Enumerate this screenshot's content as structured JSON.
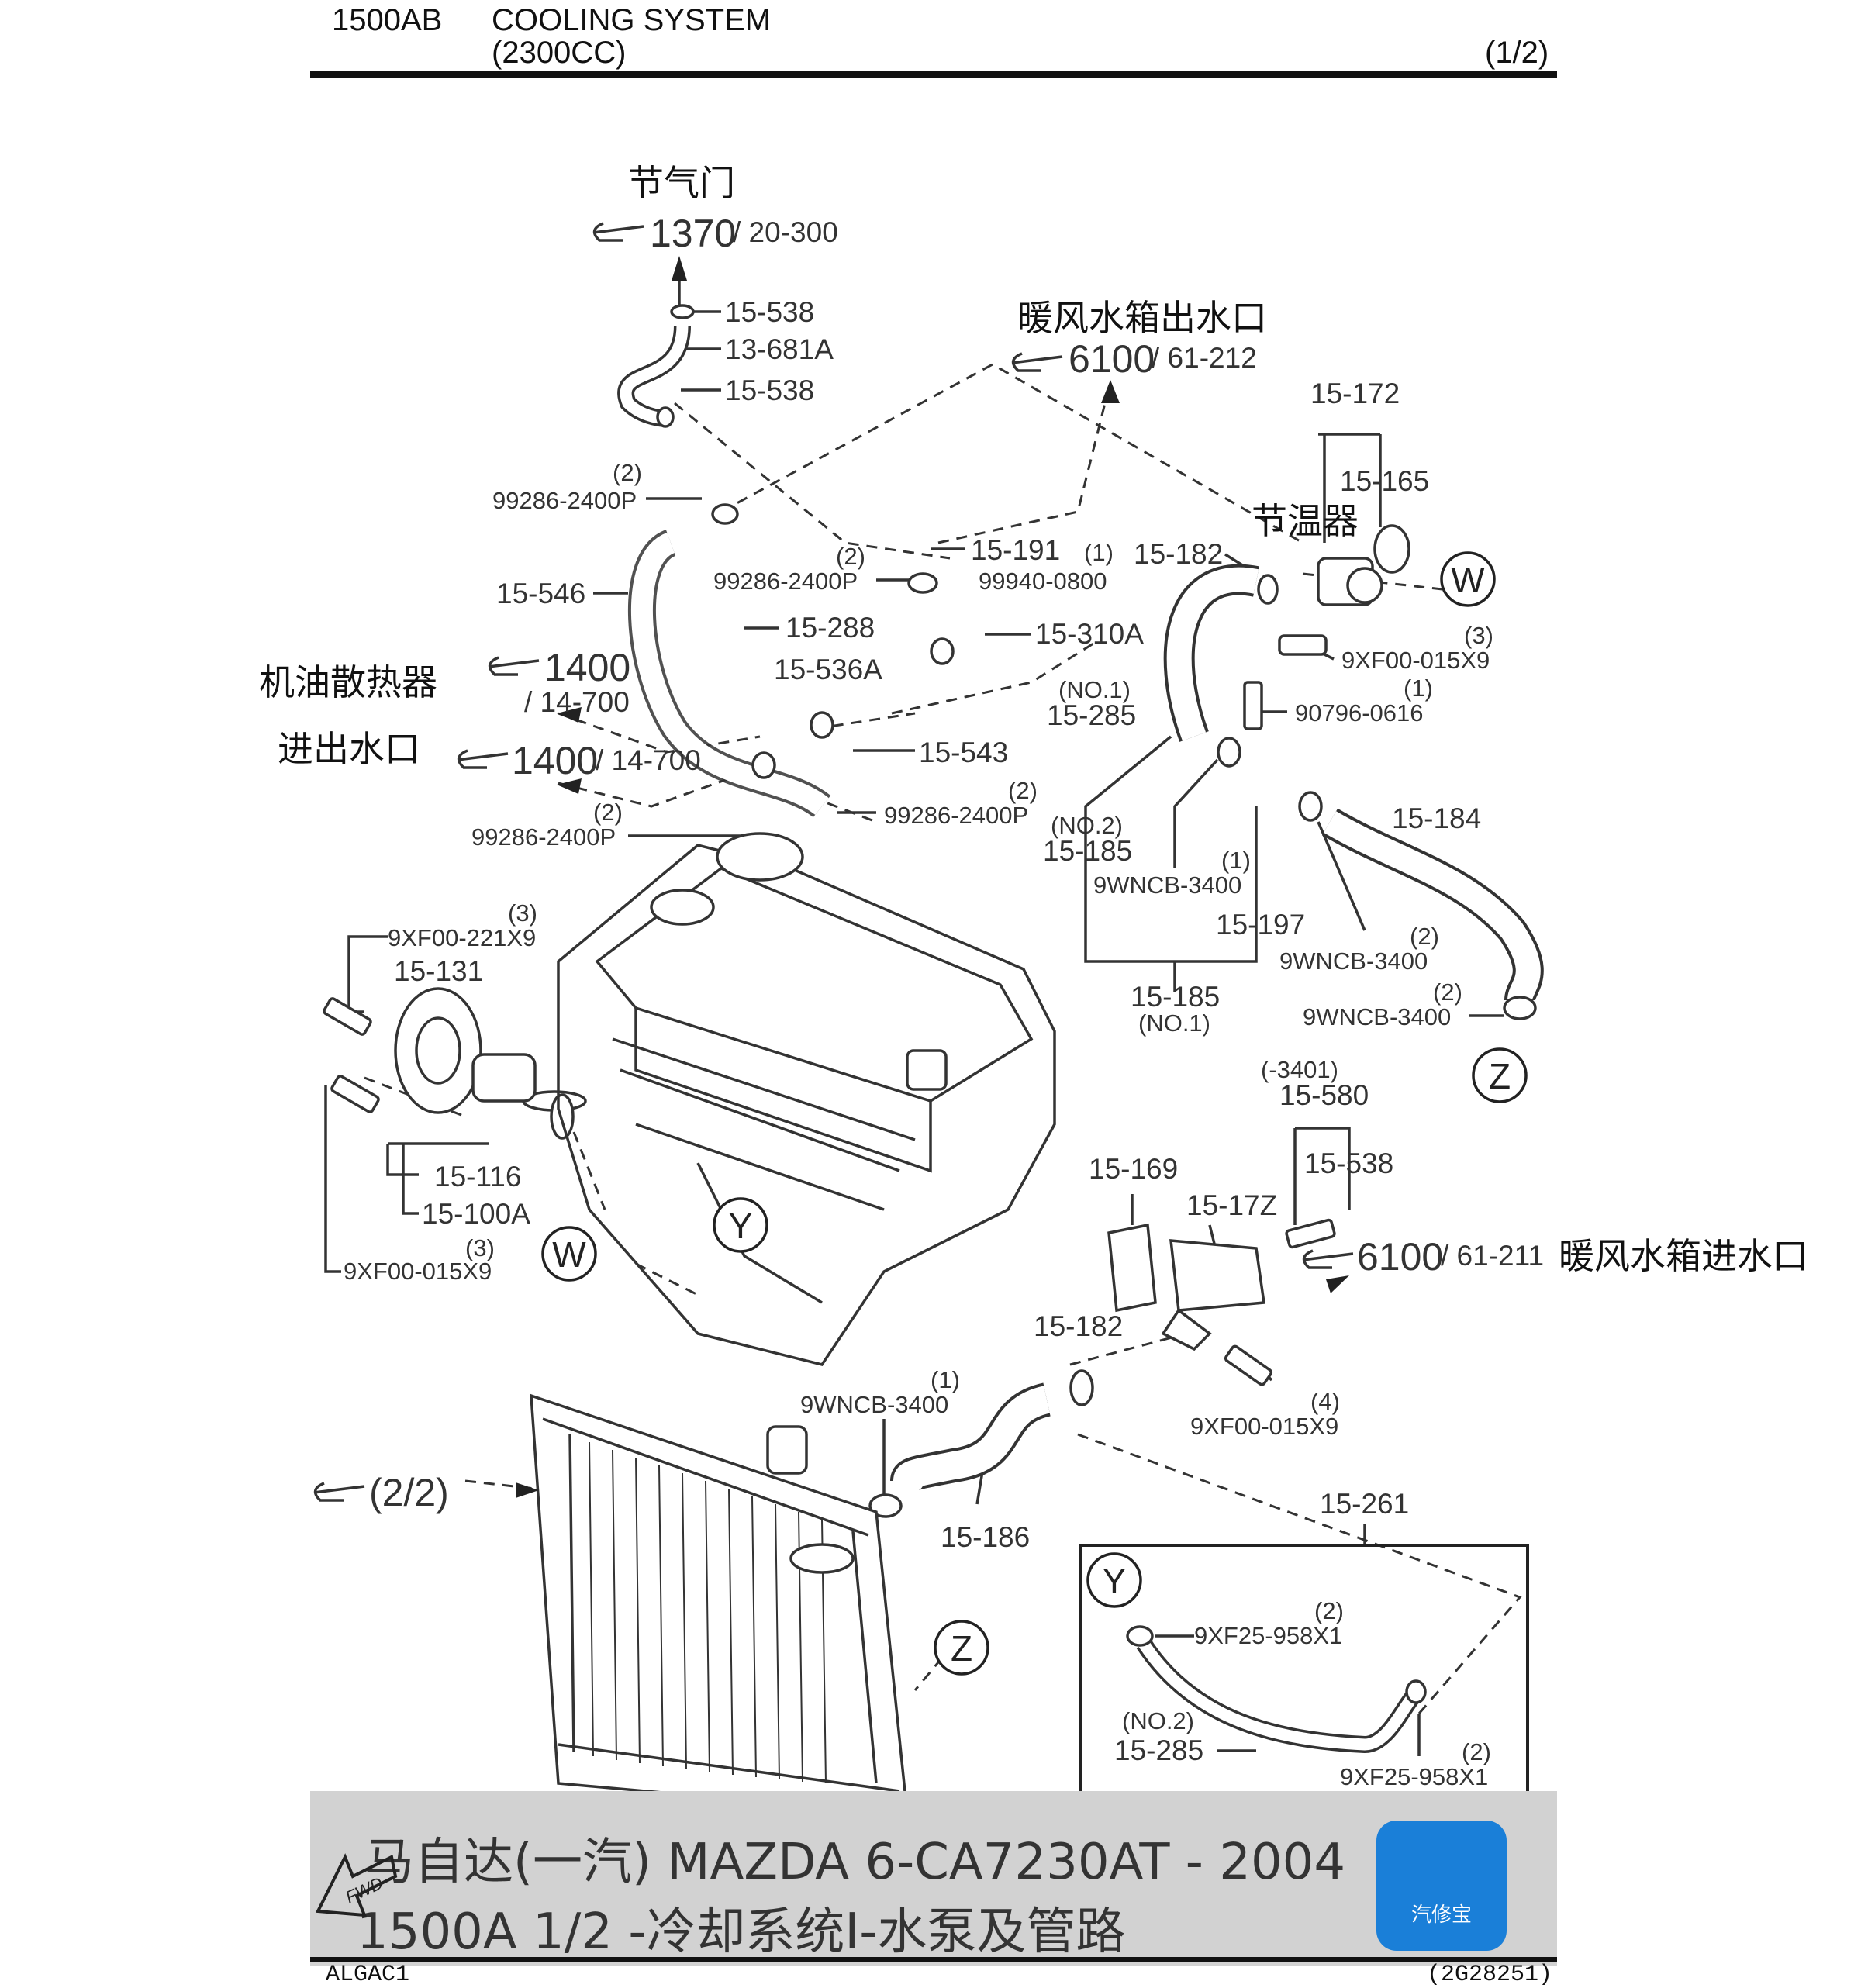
{
  "header": {
    "code": "1500AB",
    "title_line1": "COOLING  SYSTEM",
    "title_line2": "(2300CC)",
    "page": "(1/2)"
  },
  "refs": {
    "throttle_cn": "节气门",
    "throttle_ref": "1370",
    "throttle_sub": "/ 20-300",
    "heater_out_cn": "暖风水箱出水口",
    "heater_out_ref": "6100",
    "heater_out_sub": "/ 61-212",
    "thermostat_cn": "节温器",
    "oil_cooler_cn1": "机油散热器",
    "oil_cooler_cn2": "进出水口",
    "oil_ref1": "1400",
    "oil_sub1": "/ 14-700",
    "oil_ref2": "1400",
    "oil_sub2": "/ 14-700",
    "heater_in_ref": "6100",
    "heater_in_sub": "/ 61-211",
    "heater_in_cn": "暖风水箱进水口",
    "radiator_ref": "(2/2)"
  },
  "parts": {
    "p15538a": "15-538",
    "p13681a": "13-681A",
    "p15538b": "15-538",
    "q99286a": "(2)",
    "p99286a": "99286-2400P",
    "p15546": "15-546",
    "q99286b": "(2)",
    "p99286b": "99286-2400P",
    "p15191": "15-191",
    "p99940": "99940-0800",
    "p15288": "15-288",
    "p15536a": "15-536A",
    "p15310a": "15-310A",
    "no1a": "(NO.1)",
    "p15285a": "15-285",
    "p15543": "15-543",
    "q99286c": "(2)",
    "p99286c": "99286-2400P",
    "q99286d": "(2)",
    "p99286d": "99286-2400P",
    "p15172a": "15-172",
    "p15165": "15-165",
    "q15182": "(1)",
    "p15182a": "15-182",
    "q9xf00a": "(3)",
    "p9xf00a": "9XF00-015X9",
    "q90796": "(1)",
    "p90796": "90796-0616",
    "no2a": "(NO.2)",
    "p15185a": "15-185",
    "q9wncba": "(1)",
    "p9wncba": "9WNCB-3400",
    "p15184": "15-184",
    "p15197": "15-197",
    "q9wncbb": "(2)",
    "p9wncbb": "9WNCB-3400",
    "q9wncbc": "(2)",
    "p9wncbc": "9WNCB-3400",
    "p15185b": "15-185",
    "no1b": "(NO.1)",
    "q9xf00b": "(3)",
    "p9xf00b": "9XF00-221X9",
    "p15131": "15-131",
    "p15116": "15-116",
    "p15100a": "15-100A",
    "q9xf00c": "(3)",
    "p9xf00c": "9XF00-015X9",
    "s3401": "(-3401)",
    "p15580": "15-580",
    "p15538c": "15-538",
    "p15169": "15-169",
    "p15172b": "15-17Z",
    "p15182b": "15-182",
    "q9xf00d": "(4)",
    "p9xf00d": "9XF00-015X9",
    "q9wncbd": "(1)",
    "p9wncbd": "9WNCB-3400",
    "p15186": "15-186",
    "p15261": "15-261",
    "q9xf25a": "(2)",
    "p9xf25a": "9XF25-958X1",
    "no2b": "(NO.2)",
    "p15285b": "15-285",
    "q9xf25b": "(2)",
    "p9xf25b": "9XF25-958X1"
  },
  "markers": {
    "w1": "W",
    "w2": "W",
    "y1": "Y",
    "y2": "Y",
    "z1": "Z",
    "z2": "Z",
    "fwd": "FWD"
  },
  "banner": {
    "line1": "马自达(一汽) MAZDA 6-CA7230AT - 2004",
    "line2": "1500A  1/2 -冷却系统I-水泵及管路",
    "logo_text": "汽修宝"
  },
  "footer": {
    "left": "ALGAC1",
    "right": "(2G28251)"
  },
  "colors": {
    "banner_bg": "#d2d2d2",
    "logo_bg": "#1a7fd8"
  }
}
